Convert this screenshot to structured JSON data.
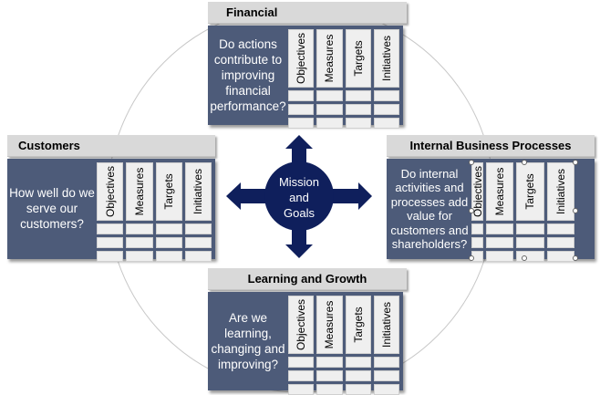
{
  "center": {
    "label_lines": [
      "Mission",
      "and",
      "Goals"
    ],
    "color": "#0f1f5c"
  },
  "colors": {
    "header_bg": "#d9d9d9",
    "body_bg": "#4d5b79",
    "cell_bg": "#efefef",
    "outline_circle": "#c8c8c8"
  },
  "column_headers": [
    "Objectives",
    "Measures",
    "Targets",
    "Initiatives"
  ],
  "perspectives": {
    "financial": {
      "title": "Financial",
      "question": "Do actions contribute to improving financial performance?",
      "rows": 3
    },
    "customers": {
      "title": "Customers",
      "question": "How well do we serve our customers?",
      "rows": 3
    },
    "internal": {
      "title": "Internal Business Processes",
      "question": "Do internal activities and processes add value for customers and shareholders?",
      "rows": 3,
      "selected": true
    },
    "learning": {
      "title": "Learning and Growth",
      "question": "Are we learning, changing and improving?",
      "rows": 3
    }
  }
}
